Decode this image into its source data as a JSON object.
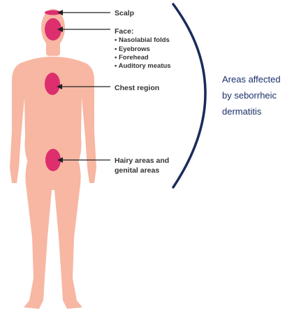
{
  "labels": {
    "scalp": "Scalp",
    "face": "Face:",
    "face_items": [
      "• Nasolabial folds",
      "• Eyebrows",
      "• Forehead",
      "• Auditory meatus"
    ],
    "chest": "Chest region",
    "hairy_line1": "Hairy areas and",
    "hairy_line2": "genital areas"
  },
  "bracket_label": [
    "Areas affected",
    "by seborrheic",
    "dermatitis"
  ],
  "colors": {
    "skin": "#f7b7a3",
    "area": "#dd2f6e",
    "bracket": "#1a2c5b",
    "side_text": "#1b2f6a",
    "label_text": "#333333"
  }
}
